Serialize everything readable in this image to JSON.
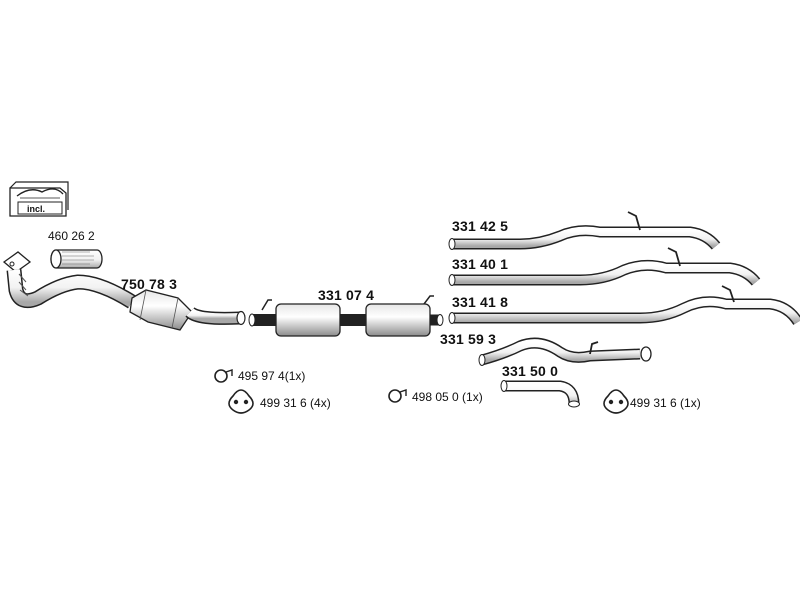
{
  "kit": {
    "incl_label": "incl."
  },
  "parts": {
    "gasket": "460 26 2",
    "catalytic_converter": "750 78 3",
    "middle_silencer": "331 07 4",
    "tail_pipe_a": "331 42 5",
    "tail_pipe_b": "331 40 1",
    "tail_pipe_c": "331 41 8",
    "tail_pipe_d": "331 59 3",
    "pipe_bend": "331 50 0"
  },
  "accessories": {
    "clamp_1": "495 97 4(1x)",
    "rubber_mount_1": "499 31 6 (4x)",
    "clamp_2": "498 05 0  (1x)",
    "rubber_mount_2": "499 31 6  (1x)"
  },
  "colors": {
    "line": "#222222",
    "fill": "#ffffff",
    "shade": "#9a9a9a"
  }
}
